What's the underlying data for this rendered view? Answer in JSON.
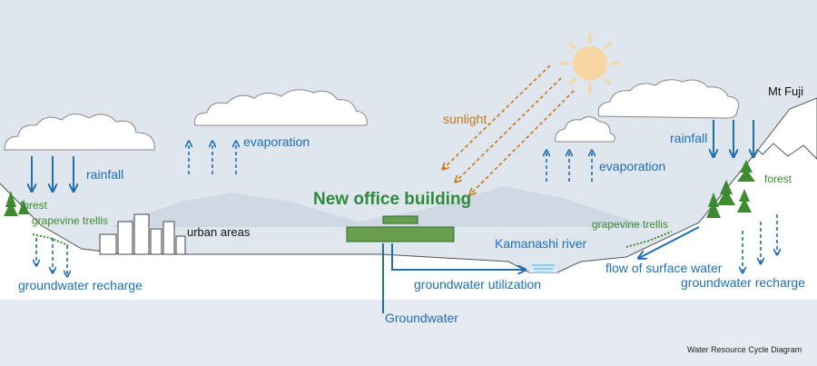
{
  "title": "New office building",
  "caption": "Water Resource Cycle Diagram",
  "labels": {
    "rainfall_left": "rainfall",
    "rainfall_right": "rainfall",
    "evaporation_left": "evaporation",
    "evaporation_right": "evaporation",
    "sunlight": "sunlight",
    "forest_left": "forest",
    "forest_right": "forest",
    "grapevine_left": "grapevine trellis",
    "grapevine_right": "grapevine trellis",
    "urban_areas": "urban areas",
    "groundwater_recharge_left": "groundwater recharge",
    "groundwater_recharge_right": "groundwater recharge",
    "groundwater_utilization": "groundwater utilization",
    "groundwater": "Groundwater",
    "kamanashi_river": "Kamanashi river",
    "flow_of_surface_water": "flow of surface water",
    "mt_fuji": "Mt Fuji"
  },
  "colors": {
    "water_blue": "#1f6fb5",
    "vegetation_green": "#3d8b2f",
    "sun": "#f7d6a2",
    "sunlight_orange": "#c8781c",
    "sky": "#dfe6ee",
    "ground": "#ffffff"
  }
}
